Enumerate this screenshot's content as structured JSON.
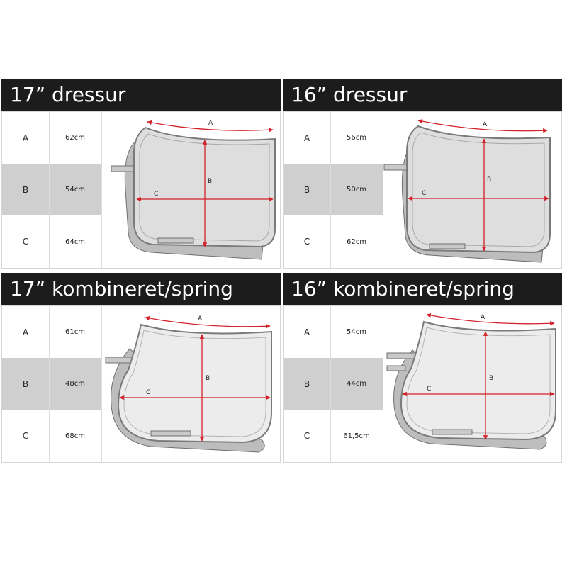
{
  "panels": [
    {
      "title": "17” dressur",
      "rows": [
        {
          "letter": "A",
          "value": "62cm"
        },
        {
          "letter": "B",
          "value": "54cm"
        },
        {
          "letter": "C",
          "value": "64cm"
        }
      ]
    },
    {
      "title": "16” dressur",
      "rows": [
        {
          "letter": "A",
          "value": "56cm"
        },
        {
          "letter": "B",
          "value": "50cm"
        },
        {
          "letter": "C",
          "value": "62cm"
        }
      ]
    },
    {
      "title": "17” kombineret/spring",
      "rows": [
        {
          "letter": "A",
          "value": "61cm"
        },
        {
          "letter": "B",
          "value": "48cm"
        },
        {
          "letter": "C",
          "value": "68cm"
        }
      ]
    },
    {
      "title": "16” kombineret/spring",
      "rows": [
        {
          "letter": "A",
          "value": "54cm"
        },
        {
          "letter": "B",
          "value": "44cm"
        },
        {
          "letter": "C",
          "value": "61,5cm"
        }
      ]
    }
  ],
  "labels": {
    "a": "A",
    "b": "B",
    "c": "C"
  },
  "colors": {
    "header_bg": "#1c1c1c",
    "header_text": "#ffffff",
    "shaded_row": "#cfcfcf",
    "arrow": "#d3202a",
    "pad_fill": "#dedede",
    "pad_fill_light": "#ececec"
  }
}
